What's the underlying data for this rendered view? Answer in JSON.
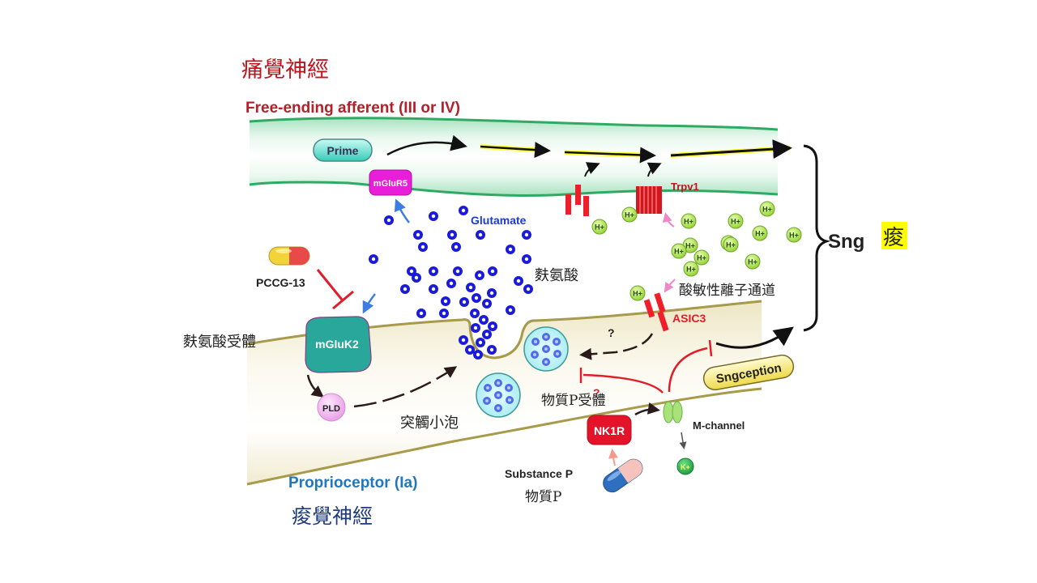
{
  "titles": {
    "pain_nerve_zh": "痛覺神經",
    "free_ending": "Free-ending afferent (III or IV)",
    "proprioceptor": "Proprioceptor (Ia)",
    "sore_nerve_zh": "痠覺神經"
  },
  "labels": {
    "prime": "Prime",
    "mglur5": "mGluR5",
    "glutamate": "Glutamate",
    "glutamate_zh": "麩氨酸",
    "trpv1": "Trpv1",
    "pccg13": "PCCG-13",
    "glutamate_receptor_zh": "麩氨酸受體",
    "mgluk2": "mGluK2",
    "pld": "PLD",
    "vesicle_zh": "突觸小泡",
    "asic_zh": "酸敏性離子通道",
    "asic3": "ASIC3",
    "question1": "?",
    "question2": "?",
    "substance_p_receptor_zh": "物質P受體",
    "nk1r": "NK1R",
    "m_channel": "M-channel",
    "sngception": "Sngception",
    "substance_p": "Substance P",
    "substance_p_zh": "物質P",
    "h_ion": "H+",
    "k_ion": "K+",
    "sng": "Sng",
    "sng_zh": "痠"
  },
  "colors": {
    "pain_title": "#c0141c",
    "sore_title": "#1f3a7a",
    "free_ending_text": "#b3202a",
    "proprioceptor_text": "#2277bb",
    "green_membrane": "#2faa63",
    "tan_membrane": "#a79a4a",
    "glutamate_blue": "#1a1adb",
    "h_ion_green": "#9bdc3c",
    "mglur5": "#e81ed8",
    "mgluk2": "#2aa79b",
    "nk1r": "#e3132a",
    "asic_red": "#e31a2a",
    "highlight_yellow": "#ffff00",
    "sngception_fill": "#f3e77a"
  }
}
